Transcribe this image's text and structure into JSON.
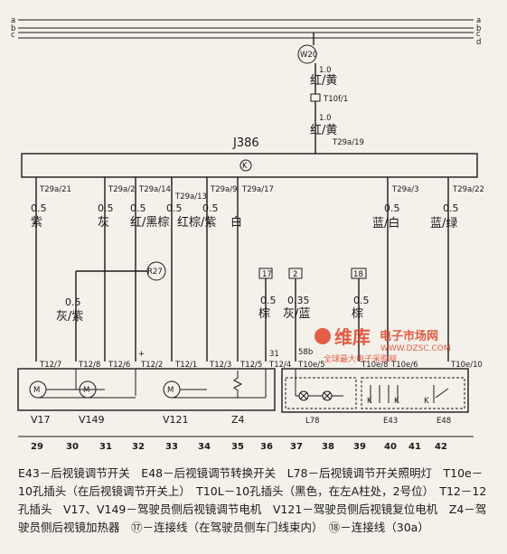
{
  "rails": [
    "a",
    "b",
    "c",
    "d"
  ],
  "top": {
    "connector": "W20",
    "wire1_gauge": "1.0",
    "wire1_color": "红/黄",
    "mid_pin": "T10f/1",
    "wire2_gauge": "1.0",
    "wire2_color": "红/黄",
    "module_pin": "T29a/19"
  },
  "module": {
    "name": "J386",
    "symbol": "K"
  },
  "wires": [
    {
      "pin": "T29a/21",
      "gauge": "0.5",
      "color": "紫"
    },
    {
      "pin": "T29a/2",
      "gauge": "0.5",
      "color": "灰"
    },
    {
      "pin": "T29a/14",
      "gauge": "0.5",
      "color": "红/黑棕"
    },
    {
      "pin": "T29a/13",
      "gauge": "0.5",
      "color": "红棕/紫"
    },
    {
      "pin": "T29a/9",
      "gauge": "0.5",
      "color": "白"
    },
    {
      "pin": "T29a/17",
      "gauge": "",
      "color": ""
    },
    {
      "pin": "T29a/3",
      "gauge": "0.5",
      "color": "蓝/白"
    },
    {
      "pin": "T29a/22",
      "gauge": "0.5",
      "color": "蓝/绿"
    }
  ],
  "r27": {
    "label": "R27",
    "gauge": "0.5",
    "color": "灰/紫"
  },
  "boxed_wires": [
    {
      "box": "17",
      "gauge": "0.5",
      "color": "棕"
    },
    {
      "box": "2",
      "gauge": "0.35",
      "color": "灰/蓝"
    },
    {
      "box": "18",
      "gauge": "0.5",
      "color": "棕"
    }
  ],
  "pins_left": [
    "T12/7",
    "T12/8",
    "T12/6",
    "T12/2",
    "T12/1",
    "T12/3",
    "T12/5",
    "T12/4"
  ],
  "pins_right": [
    "T10e/5",
    "T10e/8",
    "T10e/6",
    "T10e/10"
  ],
  "pin_marks": {
    "plus": "+",
    "thirty_one": "31",
    "fifty_eight": "58b"
  },
  "components": [
    {
      "name": "V17",
      "symbol": "M"
    },
    {
      "name": "V149",
      "symbol": "M"
    },
    {
      "name": "V121",
      "symbol": "M"
    },
    {
      "name": "Z4",
      "symbol": ""
    },
    {
      "name": "L78",
      "symbol": ""
    },
    {
      "name": "E43",
      "symbol": "K"
    },
    {
      "name": "E48",
      "symbol": "K"
    }
  ],
  "columns": [
    "29",
    "30",
    "31",
    "32",
    "33",
    "34",
    "35",
    "36",
    "37",
    "38",
    "39",
    "40",
    "41",
    "42"
  ],
  "watermark": {
    "brand": "维库",
    "site": "电子市场网",
    "url": "WWW.DZSC.COM",
    "slogan": "全球最大电子采购网"
  },
  "caption": "E43－后视镜调节开关　E48－后视镜调节转换开关　L78－后视镜调节开关照明灯　T10e－10孔插头（在后视镜调节开关上）　T10L－10孔插头（黑色，在左A柱处，2号位）　T12－12孔插头　V17、V149－驾驶员侧后视镜调节电机　V121－驾驶员侧后视镜复位电机　Z4－驾驶员侧后视镜加热器　⑰－连接线（在驾驶员侧车门线束内）　⑱－连接线（30a）"
}
